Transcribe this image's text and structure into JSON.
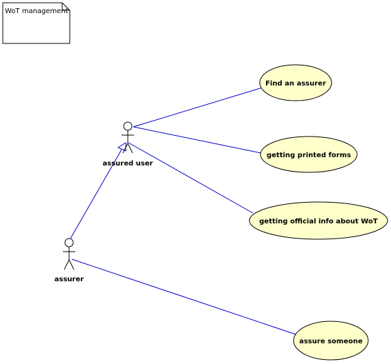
{
  "note": {
    "text": "WoT management"
  },
  "actors": {
    "assured_user": {
      "label": "assured user"
    },
    "assurer": {
      "label": "assurer"
    }
  },
  "use_cases": {
    "find_assurer": "Find an assurer",
    "printed_forms": "getting printed forms",
    "official_info": "getting official info about WoT",
    "assure_someone": "assure someone"
  },
  "colors": {
    "association_line": "#0000cc",
    "use_case_fill": "#ffffcc",
    "outline": "#000000"
  }
}
